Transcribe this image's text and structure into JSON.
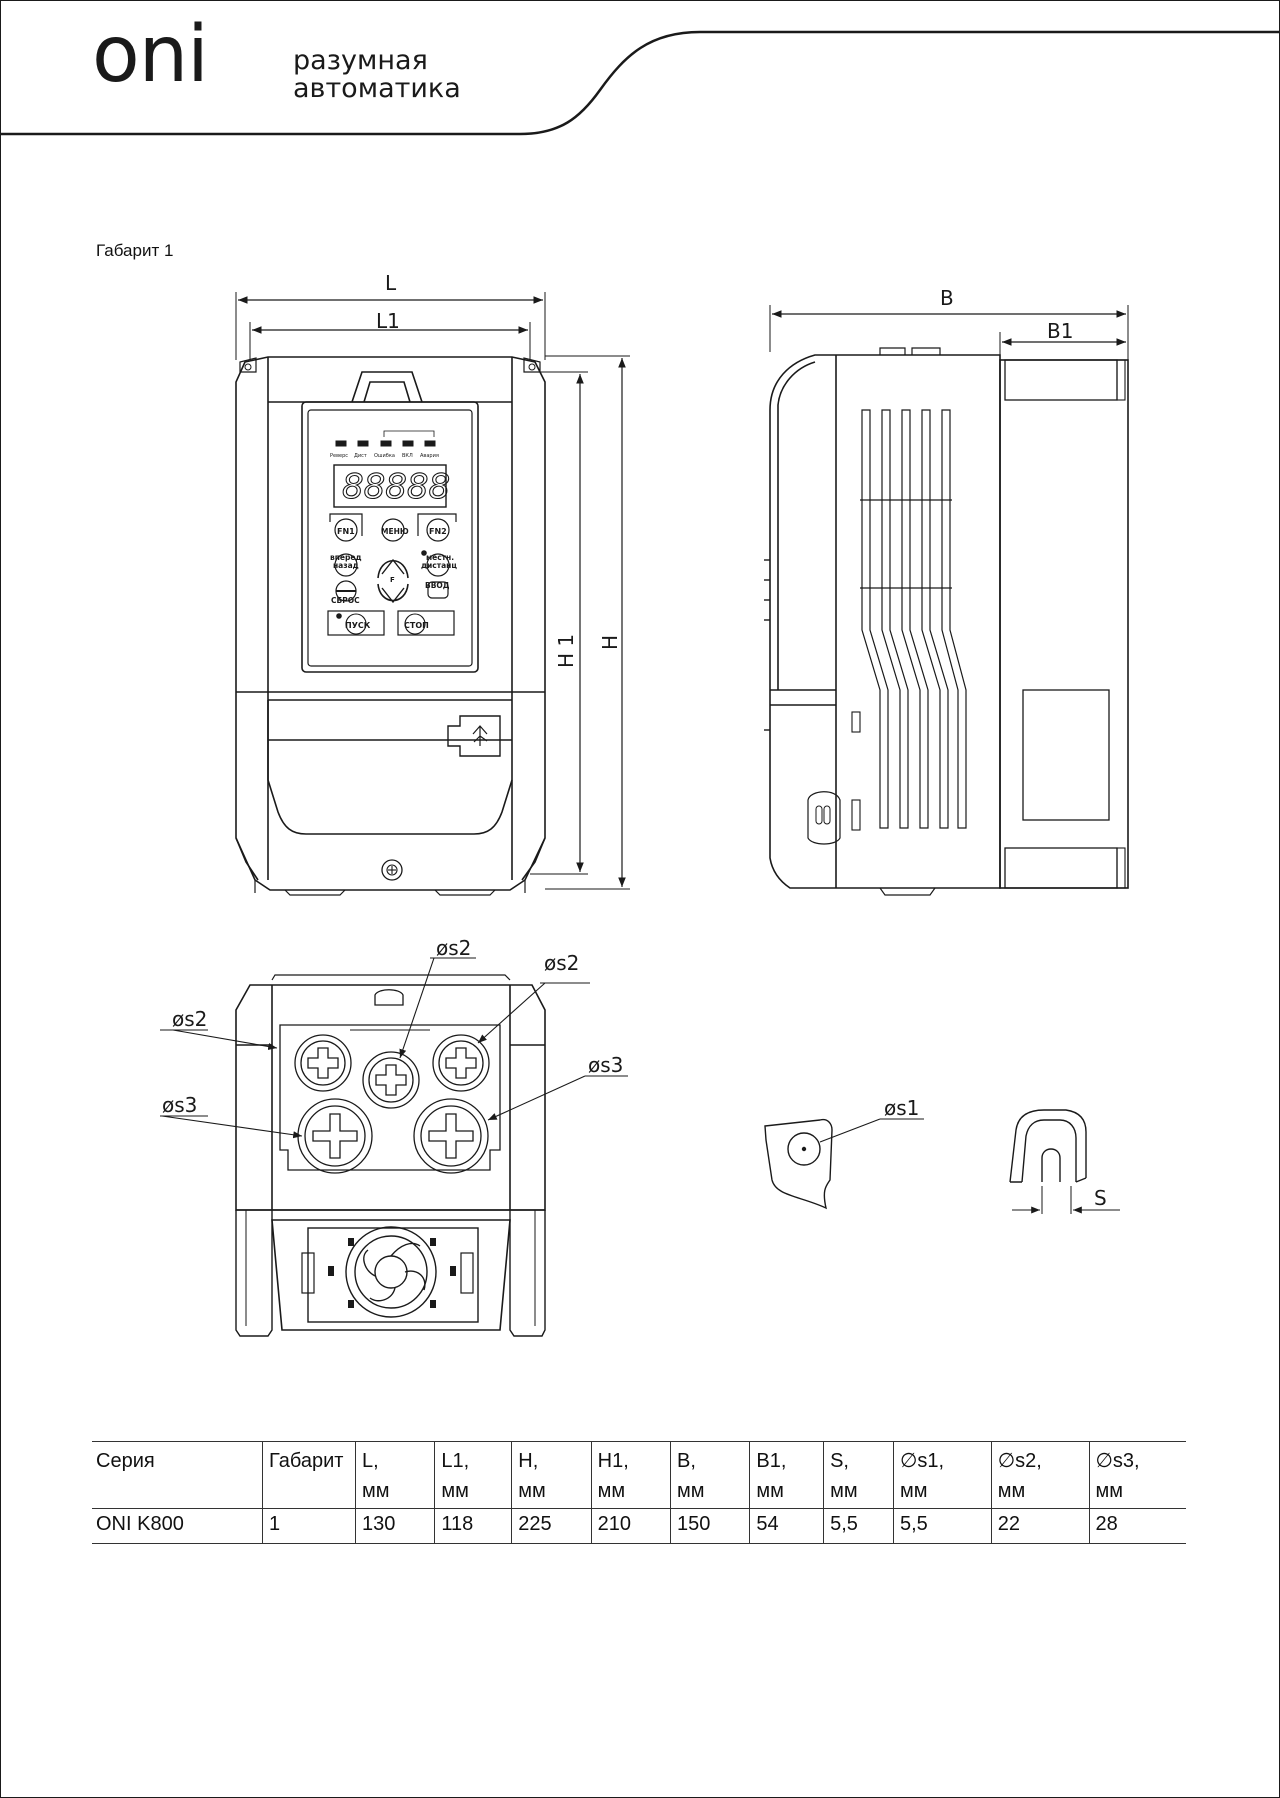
{
  "brand": {
    "logo": "oni",
    "tagline_line1": "разумная",
    "tagline_line2": "автоматика"
  },
  "section_title": "Габарит 1",
  "drawing_labels": {
    "L": "L",
    "L1": "L1",
    "H": "H",
    "H1": "H 1",
    "B": "B",
    "B1": "B1",
    "S": "S",
    "s1": "øs1",
    "s2": "øs2",
    "s3": "øs3"
  },
  "panel": {
    "display": "88888",
    "led_labels": [
      "Реверс",
      "Дист",
      "Ошибка",
      "ВКЛ",
      "Авария"
    ],
    "fn1": "FN1",
    "menu": "МЕНЮ",
    "fn2": "FN2",
    "forward_back": "вперед назад",
    "local_remote": "местн. дистанц",
    "reset": "СБРОС",
    "enter": "ВВОД",
    "start": "ПУСК",
    "stop": "СТОП"
  },
  "table": {
    "headers": [
      {
        "l1": "Серия",
        "l2": ""
      },
      {
        "l1": "Габарит",
        "l2": ""
      },
      {
        "l1": "L,",
        "l2": "мм"
      },
      {
        "l1": "L1,",
        "l2": "мм"
      },
      {
        "l1": "H,",
        "l2": "мм"
      },
      {
        "l1": "H1,",
        "l2": "мм"
      },
      {
        "l1": "B,",
        "l2": "мм"
      },
      {
        "l1": "B1,",
        "l2": "мм"
      },
      {
        "l1": "S,",
        "l2": "мм"
      },
      {
        "l1": "∅s1,",
        "l2": "мм"
      },
      {
        "l1": "∅s2,",
        "l2": "мм"
      },
      {
        "l1": "∅s3,",
        "l2": "мм"
      }
    ],
    "rows": [
      [
        "ONI K800",
        "1",
        "130",
        "118",
        "225",
        "210",
        "150",
        "54",
        "5,5",
        "5,5",
        "22",
        "28"
      ]
    ]
  }
}
